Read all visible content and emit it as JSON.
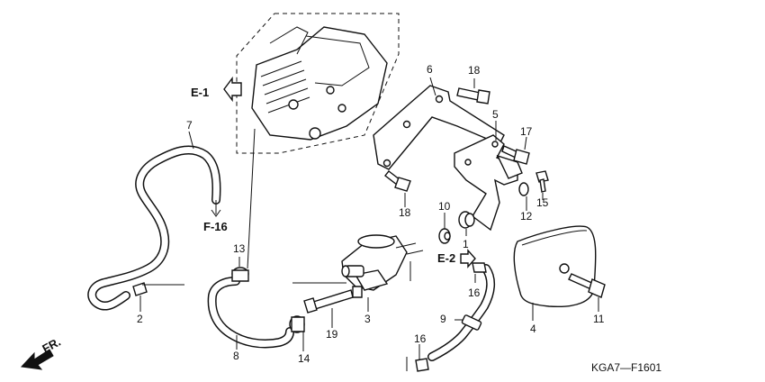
{
  "refs": {
    "e1": "E-1",
    "e2": "E-2",
    "f16": "F-16",
    "fr": "FR."
  },
  "callouts": {
    "c1": "1",
    "c2": "2",
    "c3": "3",
    "c4": "4",
    "c5": "5",
    "c6": "6",
    "c7": "7",
    "c8": "8",
    "c9": "9",
    "c10": "10",
    "c11": "11",
    "c12": "12",
    "c13": "13",
    "c14": "14",
    "c15": "15",
    "c16a": "16",
    "c16b": "16",
    "c17": "17",
    "c18a": "18",
    "c18b": "18",
    "c19": "19"
  },
  "diagram_code": "KGA7—F1601"
}
